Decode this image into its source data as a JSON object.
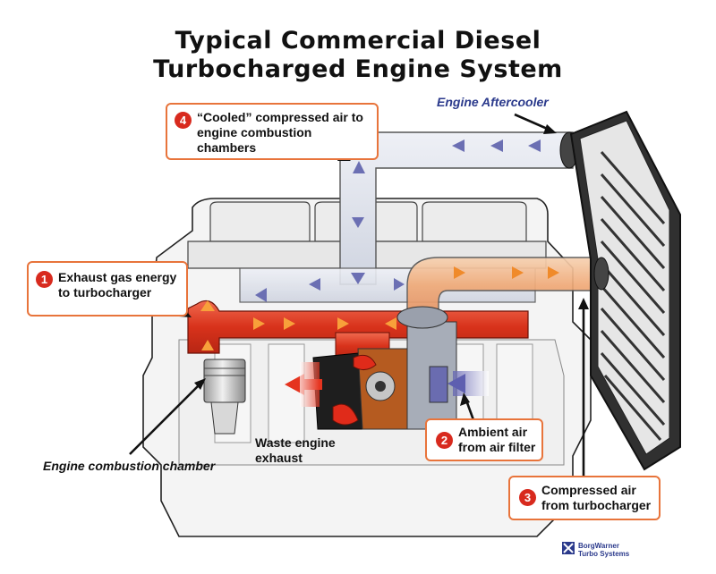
{
  "title": {
    "line1": "Typical Commercial Diesel",
    "line2": "Turbocharged Engine System"
  },
  "callouts": {
    "c1": {
      "number": "1",
      "line1": "Exhaust gas energy",
      "line2": "to turbocharger"
    },
    "c2": {
      "number": "2",
      "line1": "Ambient air",
      "line2": "from air filter"
    },
    "c3": {
      "number": "3",
      "line1": "Compressed air",
      "line2": "from turbocharger"
    },
    "c4": {
      "number": "4",
      "line1": "“Cooled” compressed air to",
      "line2": "engine combustion",
      "line3": "chambers"
    }
  },
  "labels": {
    "aftercooler": "Engine Aftercooler",
    "combustion_chamber": "Engine combustion chamber",
    "waste_line1": "Waste engine",
    "waste_line2": "exhaust"
  },
  "logo": {
    "line1": "BorgWarner",
    "line2": "Turbo Systems"
  },
  "colors": {
    "callout_border": "#e8743b",
    "badge": "#d82a1e",
    "exhaust": "#e5341f",
    "exhaust_arrow": "#f08a2a",
    "cool_air_arrow": "#6b6fb3",
    "hot_air_pipe": "#f2b98e",
    "cool_air_pipe": "#dde1ea",
    "aftercooler": "#2b2b2b"
  }
}
